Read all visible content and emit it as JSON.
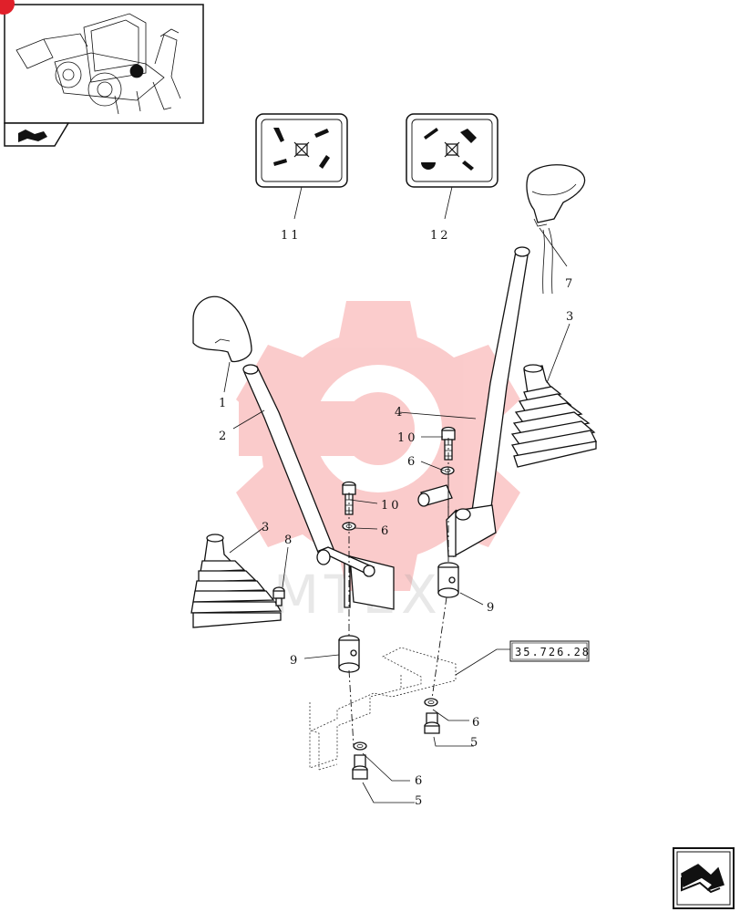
{
  "callouts": {
    "c1": "1",
    "c2": "2",
    "c3a": "3",
    "c3b": "3",
    "c4": "4",
    "c5a": "5",
    "c5b": "5",
    "c6a": "6",
    "c6b": "6",
    "c6c": "6",
    "c6d": "6",
    "c7": "7",
    "c8": "8",
    "c9a": "9",
    "c9b": "9",
    "c10a": "10",
    "c10b": "10",
    "c11": "11",
    "c12": "12"
  },
  "reference_box": "35.726.28",
  "watermark": "MTEX",
  "icons": {
    "thumbnail": "backhoe-loader-thumbnail-icon",
    "corner_nav": "next-page-arrow-icon"
  },
  "colors": {
    "watermark": "#f04848",
    "line": "#111111",
    "badge": "#e0202a"
  }
}
